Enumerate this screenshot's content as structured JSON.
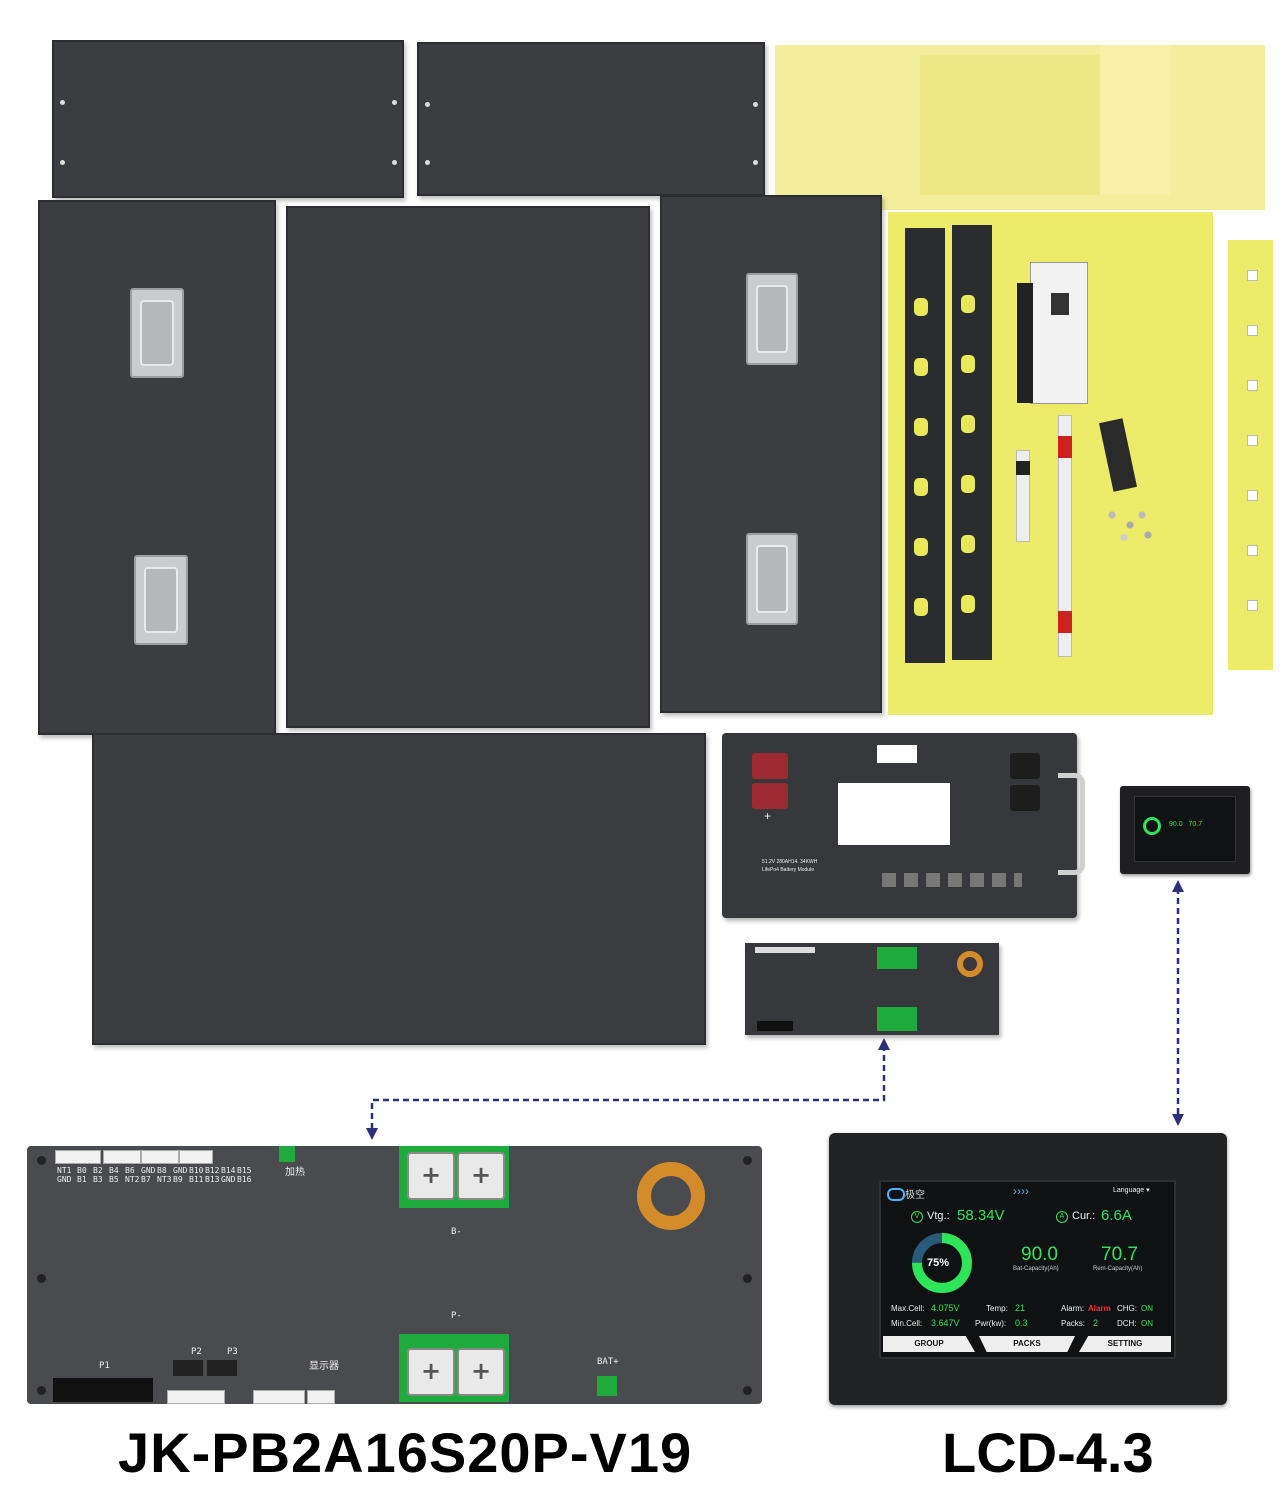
{
  "product": {
    "bms_model": "JK-PB2A16S20P-V19",
    "lcd_model": "LCD-4.3"
  },
  "battery_module": {
    "label_line1": "51.2V 280AH14. 34KWH",
    "label_line2": "LifePo4 Battery Module",
    "plus_mark": "+"
  },
  "bms_board": {
    "balance_labels": [
      "NT1 GND",
      "B0 B1",
      "B2 B3",
      "B4 B5",
      "B6 NT2",
      "GND B7",
      "B8 NT3",
      "GND B9",
      "B10 B11",
      "B12 B13",
      "B14 GND",
      "B15 B16"
    ],
    "heating_label": "加热",
    "b_minus": "B-",
    "p_minus": "P-",
    "p1": "P1",
    "p2": "P2",
    "p3": "P3",
    "display_label": "显示器",
    "bat_plus": "BAT+"
  },
  "lcd": {
    "brand": "极空",
    "arrows": "››››",
    "language": "Language",
    "vtg_label": "Vtg.:",
    "vtg_value": "58.34V",
    "cur_label": "Cur.:",
    "cur_value": "6.6A",
    "soc": "75%",
    "soc_fraction": 0.75,
    "bat_capacity_value": "90.0",
    "bat_capacity_label": "Bat-Capacity(Ah)",
    "rem_capacity_value": "70.7",
    "rem_capacity_label": "Rem-Capacity(Ah)",
    "max_cell_label": "Max.Cell:",
    "max_cell_value": "4.075V",
    "min_cell_label": "Min.Cell:",
    "min_cell_value": "3.647V",
    "temp_label": "Temp:",
    "temp_value": "21",
    "pwr_label": "Pwr(kw):",
    "pwr_value": "0.3",
    "alarm_label": "Alarm:",
    "alarm_value": "Alarm",
    "packs_label": "Packs:",
    "packs_value": "2",
    "chg_label": "CHG:",
    "chg_value": "ON",
    "dch_label": "DCH:",
    "dch_value": "ON",
    "tabs": [
      "GROUP",
      "PACKS",
      "SETTING"
    ]
  },
  "colors": {
    "panel": "#3b3d40",
    "insulation_yellow": "#ecec6a",
    "pcb_green": "#1faa3c",
    "lcd_green": "#2ee55a",
    "arrow_navy": "#2c2f7a",
    "alarm_red": "#ff3030"
  }
}
